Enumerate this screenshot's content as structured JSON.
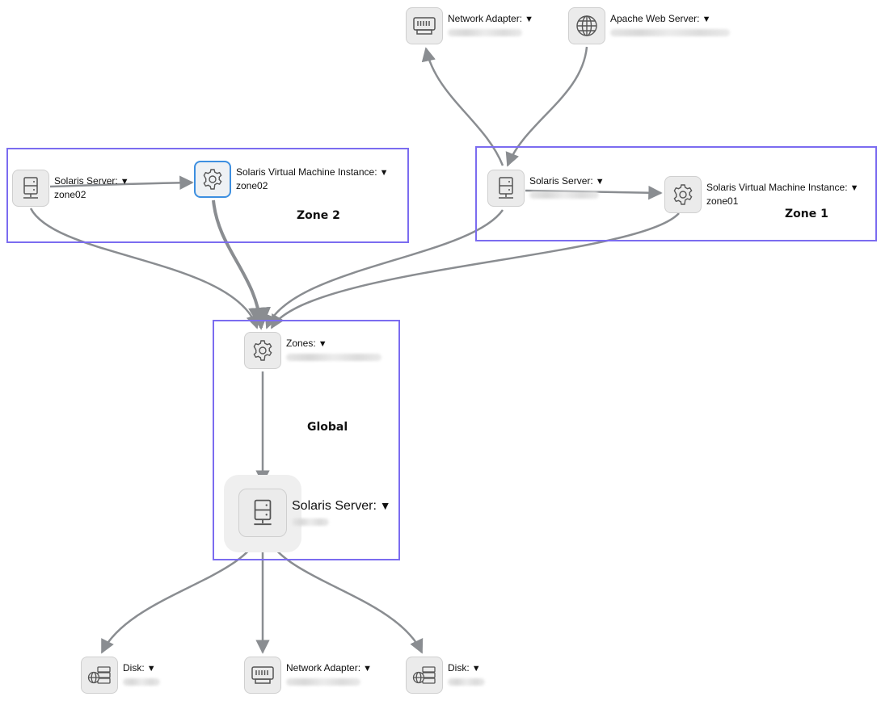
{
  "groups": [
    {
      "id": "zone2",
      "label": "Zone 2"
    },
    {
      "id": "zone1",
      "label": "Zone 1"
    },
    {
      "id": "global",
      "label": "Global"
    }
  ],
  "nodes": {
    "top_network_adapter": {
      "title": "Network Adapter:",
      "icon": "network-adapter-icon"
    },
    "apache_web_server": {
      "title": "Apache Web Server:",
      "icon": "globe-icon"
    },
    "zone2_solaris_server": {
      "title": "Solaris Server:",
      "subtitle": "zone02",
      "icon": "server-icon"
    },
    "zone2_vm_instance": {
      "title": "Solaris Virtual Machine Instance:",
      "subtitle": "zone02",
      "icon": "gear-icon"
    },
    "zone1_solaris_server": {
      "title": "Solaris Server:",
      "icon": "server-icon"
    },
    "zone1_vm_instance": {
      "title": "Solaris Virtual Machine Instance:",
      "subtitle": "zone01",
      "icon": "gear-icon"
    },
    "zones": {
      "title": "Zones:",
      "icon": "gear-icon"
    },
    "global_solaris_server": {
      "title": "Solaris Server:",
      "icon": "server-icon"
    },
    "disk_left": {
      "title": "Disk:",
      "icon": "disk-icon"
    },
    "bottom_network_adapter": {
      "title": "Network Adapter:",
      "icon": "network-adapter-icon"
    },
    "disk_right": {
      "title": "Disk:",
      "icon": "disk-icon"
    }
  },
  "colors": {
    "group_border": "#7b6cf0",
    "edge": "#8a8d91",
    "selected_border": "#3d8fe0"
  }
}
